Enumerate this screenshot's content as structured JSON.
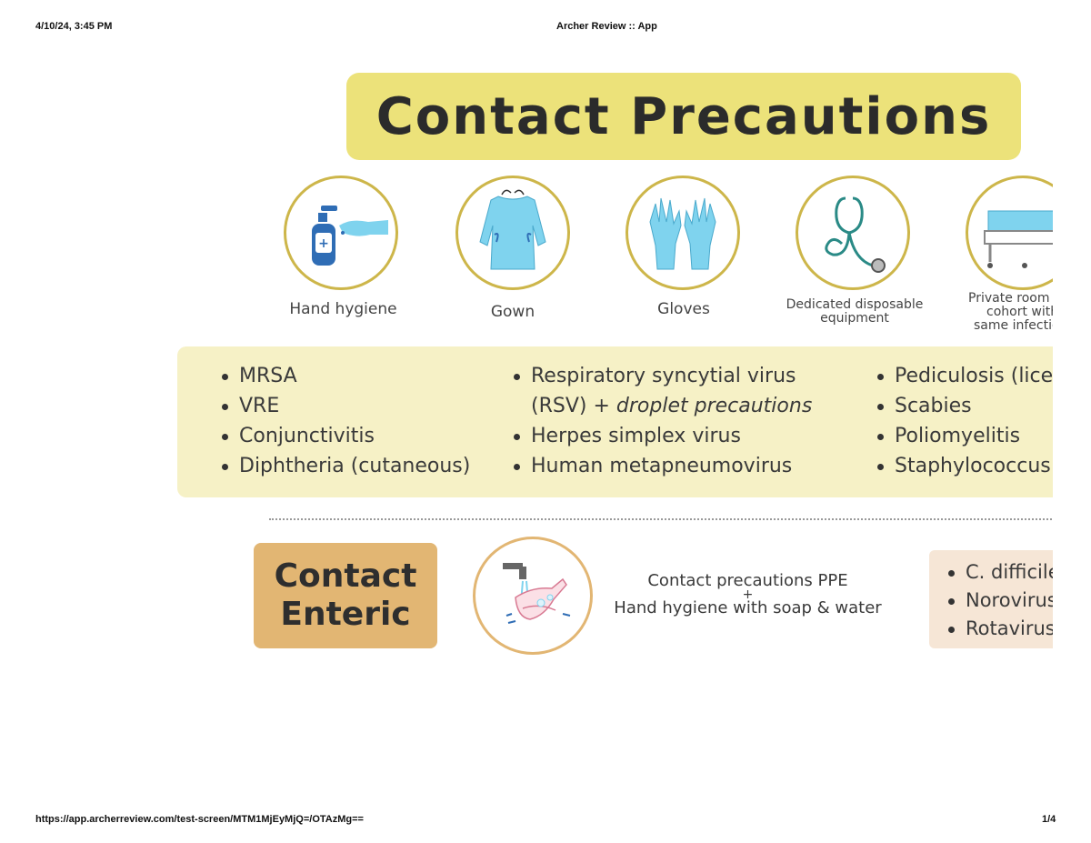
{
  "print_header": {
    "datetime": "4/10/24, 3:45 PM",
    "page_title": "Archer Review :: App"
  },
  "print_footer": {
    "url": "https://app.archerreview.com/test-screen/MTM1MjEyMjQ=/OTAzMg==",
    "page": "1/4"
  },
  "infographic": {
    "title": "Contact Precautions",
    "ppe": [
      {
        "label_lines": [
          "Hand hygiene"
        ],
        "icon": "hand-sanitizer-icon"
      },
      {
        "label_lines": [
          "Gown"
        ],
        "icon": "gown-icon"
      },
      {
        "label_lines": [
          "Gloves"
        ],
        "icon": "gloves-icon"
      },
      {
        "label_lines": [
          "Dedicated disposable",
          "equipment"
        ],
        "icon": "stethoscope-icon"
      },
      {
        "label_lines": [
          "Private room",
          "cohort with",
          "same infectio"
        ],
        "icon": "hospital-bed-icon"
      }
    ],
    "conditions": {
      "col1": [
        "MRSA",
        "VRE",
        "Conjunctivitis",
        "Diphtheria (cutaneous)"
      ],
      "col2": {
        "rsv_line1": "Respiratory syncytial virus",
        "rsv_line2_plain": "(RSV) +",
        "rsv_line2_italic": "droplet precautions",
        "herpes": "Herpes simplex virus",
        "hmpv": "Human metapneumovirus"
      },
      "col3": [
        "Pediculosis (lice",
        "Scabies",
        "Poliomyelitis",
        "Staphylococcus"
      ]
    },
    "enteric": {
      "title_line1": "Contact",
      "title_line2": "Enteric",
      "icon": "handwashing-icon",
      "ppe_line1": "Contact precautions PPE",
      "plus": "+",
      "ppe_line2": "Hand hygiene with soap & water",
      "organisms": [
        "C. difficile",
        "Norovirus",
        "Rotavirus"
      ]
    },
    "colors": {
      "title_bg": "#ece27a",
      "list_bg": "#f6f1c6",
      "circle_border": "#cdb64a",
      "enteric_bg": "#e2b673",
      "enteric_panel_bg": "#f6e6d6",
      "icon_blue": "#7fd3ee"
    }
  }
}
